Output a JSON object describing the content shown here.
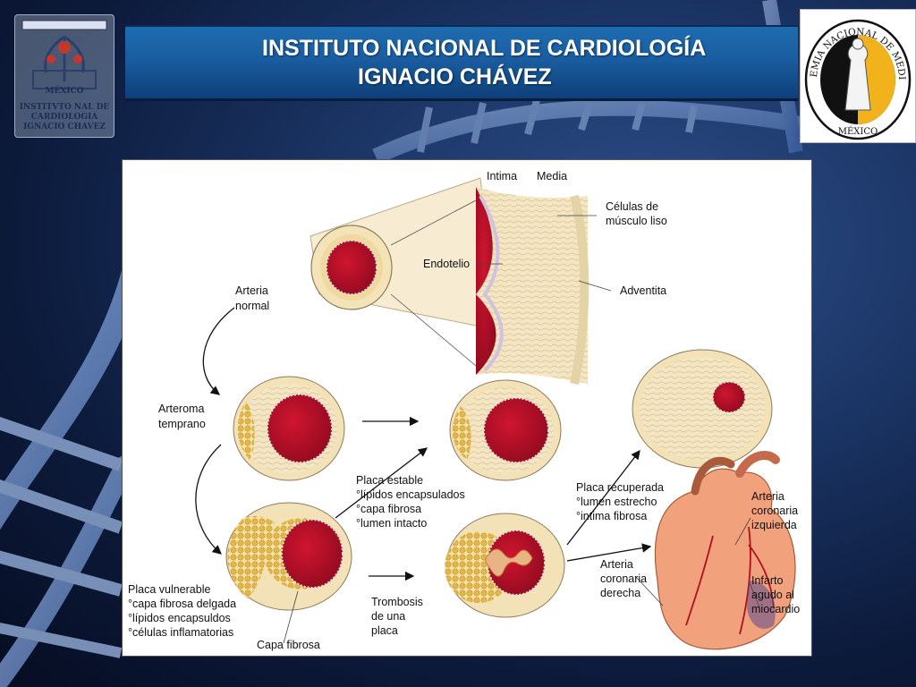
{
  "header": {
    "title_line1": "INSTITUTO NACIONAL DE CARDIOLOGÍA",
    "title_line2": "IGNACIO CHÁVEZ"
  },
  "logo_left": {
    "lines": [
      "MÉXICO",
      "INSTITVTO NAL DE",
      "CARDIOLOGIA",
      "IGNACIO CHAVEZ"
    ]
  },
  "logo_right": {
    "top_text": "ACADEMIA NACIONAL DE MEDICINA",
    "bottom_text": "MÉXICO"
  },
  "diagram": {
    "labels": {
      "intima": "Intima",
      "media": "Media",
      "celulas_1": "Células de",
      "celulas_2": "músculo liso",
      "endotelio": "Endotelio",
      "adventita": "Adventita",
      "arteria_normal_1": "Arteria",
      "arteria_normal_2": "normal",
      "arteroma_1": "Arteroma",
      "arteroma_2": "temprano",
      "placa_estable": [
        "Placa estable",
        "°lípidos encapsulados",
        "°capa fibrosa",
        "°lumen intacto"
      ],
      "placa_recuperada": [
        "Placa recuperada",
        "°lumen estrecho",
        "°intima fibrosa"
      ],
      "arteria_izq": [
        "Arteria",
        "coronaria",
        "izquierda"
      ],
      "placa_vulnerable": [
        "Placa vulnerable",
        "°capa fibrosa delgada",
        "°lípidos encapsuldos",
        "°células inflamatorias"
      ],
      "capa_fibrosa": "Capa fibrosa",
      "trombosis": [
        "Trombosis",
        "de una",
        "placa"
      ],
      "arteria_der": [
        "Arteria",
        "coronaria",
        "derecha"
      ],
      "infarto": [
        "Infarto",
        "agudo al",
        "miocardio"
      ]
    }
  },
  "colors": {
    "lumen": "#b0102a",
    "wall": "#f3e2b8",
    "lipid": "#e8c25a",
    "header": "#1a5da0",
    "heart": "#f0a07a",
    "seal_gold": "#f2b21b"
  }
}
